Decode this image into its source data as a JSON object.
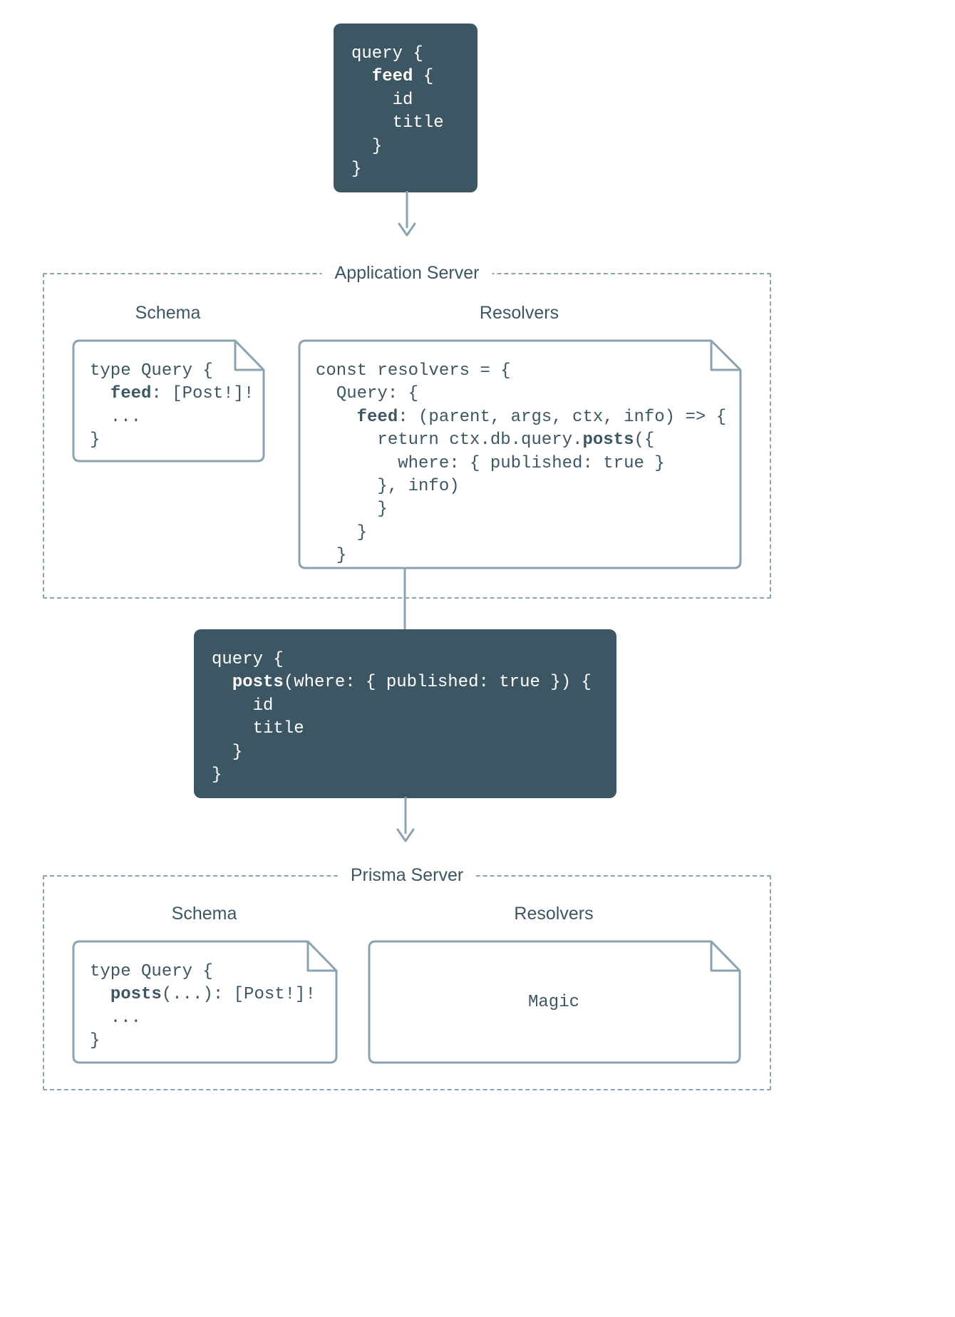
{
  "diagram": {
    "title": "GraphQL Application Server and Prisma Server request flow",
    "colors": {
      "dark_box_bg": "#3d5663",
      "line": "#8ba3b0",
      "text": "#3d5663",
      "background": "#ffffff"
    }
  },
  "client_query": {
    "name": "client-graphql-query",
    "lines": [
      {
        "indent": 0,
        "parts": [
          {
            "t": "query {",
            "b": false
          }
        ]
      },
      {
        "indent": 1,
        "parts": [
          {
            "t": "feed",
            "b": true
          },
          {
            "t": " {",
            "b": false
          }
        ]
      },
      {
        "indent": 2,
        "parts": [
          {
            "t": "id",
            "b": false
          }
        ]
      },
      {
        "indent": 2,
        "parts": [
          {
            "t": "title",
            "b": false
          }
        ]
      },
      {
        "indent": 1,
        "parts": [
          {
            "t": "}",
            "b": false
          }
        ]
      },
      {
        "indent": 0,
        "parts": [
          {
            "t": "}",
            "b": false
          }
        ]
      }
    ]
  },
  "application_server": {
    "title": "Application Server",
    "schema": {
      "label": "Schema",
      "lines": [
        {
          "indent": 0,
          "parts": [
            {
              "t": "type Query {",
              "b": false
            }
          ]
        },
        {
          "indent": 1,
          "parts": [
            {
              "t": "feed",
              "b": true
            },
            {
              "t": ": [Post!]!",
              "b": false
            }
          ]
        },
        {
          "indent": 1,
          "parts": [
            {
              "t": "...",
              "b": false
            }
          ]
        },
        {
          "indent": 0,
          "parts": [
            {
              "t": "}",
              "b": false
            }
          ]
        }
      ]
    },
    "resolvers": {
      "label": "Resolvers",
      "lines": [
        {
          "indent": 0,
          "parts": [
            {
              "t": "const resolvers = {",
              "b": false
            }
          ]
        },
        {
          "indent": 1,
          "parts": [
            {
              "t": "Query: {",
              "b": false
            }
          ]
        },
        {
          "indent": 2,
          "parts": [
            {
              "t": "feed",
              "b": true
            },
            {
              "t": ": (parent, args, ctx, info) => {",
              "b": false
            }
          ]
        },
        {
          "indent": 3,
          "parts": [
            {
              "t": "return ctx.db.query.",
              "b": false
            },
            {
              "t": "posts",
              "b": true
            },
            {
              "t": "({",
              "b": false
            }
          ]
        },
        {
          "indent": 4,
          "parts": [
            {
              "t": "where: { published: true }",
              "b": false
            }
          ]
        },
        {
          "indent": 3,
          "parts": [
            {
              "t": "}, info)",
              "b": false
            }
          ]
        },
        {
          "indent": 3,
          "parts": [
            {
              "t": "}",
              "b": false
            }
          ]
        },
        {
          "indent": 2,
          "parts": [
            {
              "t": "}",
              "b": false
            }
          ]
        },
        {
          "indent": 1,
          "parts": [
            {
              "t": "}",
              "b": false
            }
          ]
        }
      ]
    }
  },
  "prisma_query": {
    "name": "prisma-graphql-query",
    "lines": [
      {
        "indent": 0,
        "parts": [
          {
            "t": "query {",
            "b": false
          }
        ]
      },
      {
        "indent": 1,
        "parts": [
          {
            "t": "posts",
            "b": true
          },
          {
            "t": "(where: { published: true }) {",
            "b": false
          }
        ]
      },
      {
        "indent": 2,
        "parts": [
          {
            "t": "id",
            "b": false
          }
        ]
      },
      {
        "indent": 2,
        "parts": [
          {
            "t": "title",
            "b": false
          }
        ]
      },
      {
        "indent": 1,
        "parts": [
          {
            "t": "}",
            "b": false
          }
        ]
      },
      {
        "indent": 0,
        "parts": [
          {
            "t": "}",
            "b": false
          }
        ]
      }
    ]
  },
  "prisma_server": {
    "title": "Prisma Server",
    "schema": {
      "label": "Schema",
      "lines": [
        {
          "indent": 0,
          "parts": [
            {
              "t": "type Query {",
              "b": false
            }
          ]
        },
        {
          "indent": 1,
          "parts": [
            {
              "t": "posts",
              "b": true
            },
            {
              "t": "(...): [Post!]!",
              "b": false
            }
          ]
        },
        {
          "indent": 1,
          "parts": [
            {
              "t": "...",
              "b": false
            }
          ]
        },
        {
          "indent": 0,
          "parts": [
            {
              "t": "}",
              "b": false
            }
          ]
        }
      ]
    },
    "resolvers": {
      "label": "Resolvers",
      "text": "Magic"
    }
  }
}
